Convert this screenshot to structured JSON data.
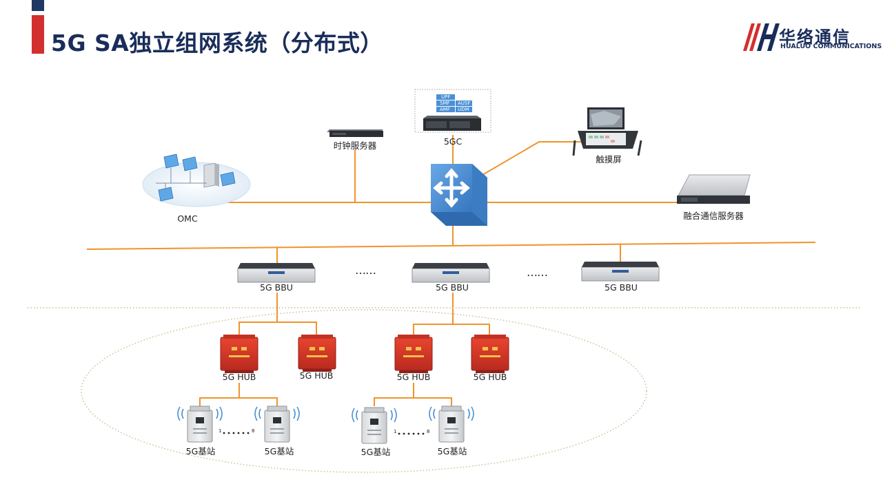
{
  "header": {
    "title": "5G SA独立组网系统（分布式）",
    "logo_cn": "华络通信",
    "logo_en": "HUALUO COMMUNICATIONS"
  },
  "colors": {
    "link": "#f0932b",
    "title": "#1a2d5a",
    "accent_red": "#d32f2f",
    "hub_red": "#d9342b",
    "switch_blue": "#4a8fd4"
  },
  "core": {
    "core_network_label": "5GC",
    "core_functions": [
      "UPF",
      "SMF",
      "AUSF",
      "AMF",
      "UDM"
    ],
    "clock_server_label": "时钟服务器",
    "touch_screen_label": "触摸屏",
    "omc_label": "OMC",
    "converged_server_label": "融合通信服务器"
  },
  "bbu": {
    "items": [
      "5G BBU",
      "5G BBU",
      "5G BBU"
    ],
    "ellipsis": [
      "……",
      "……"
    ]
  },
  "hubs": {
    "items": [
      "5G HUB",
      "5G HUB",
      "5G HUB",
      "5G HUB"
    ]
  },
  "base_stations": {
    "items": [
      "5G基站",
      "5G基站",
      "5G基站",
      "5G基站"
    ],
    "range_start": [
      "1",
      "1"
    ],
    "range_end": [
      "8",
      "8"
    ]
  }
}
